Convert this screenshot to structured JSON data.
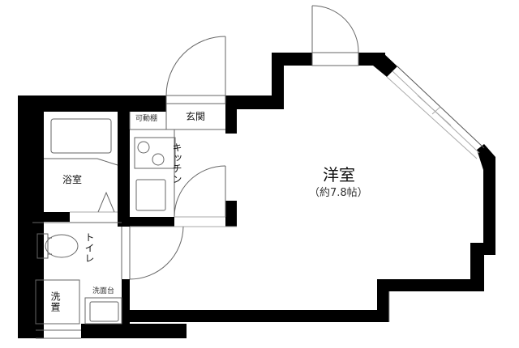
{
  "floor_plan": {
    "rooms": [
      {
        "id": "western-room",
        "label": "洋室",
        "size": "（約7.8帖）"
      },
      {
        "id": "kitchen",
        "label": "キッチン"
      },
      {
        "id": "entrance",
        "label": "玄関"
      },
      {
        "id": "movable-shelf",
        "label": "可動棚"
      },
      {
        "id": "bathroom",
        "label": "浴室"
      },
      {
        "id": "toilet",
        "label": "トイレ"
      },
      {
        "id": "washing-machine-space",
        "label": "洗置"
      },
      {
        "id": "vanity",
        "label": "洗面台"
      }
    ],
    "colors": {
      "wall": "#000000",
      "line": "#888888",
      "background": "#ffffff"
    }
  }
}
